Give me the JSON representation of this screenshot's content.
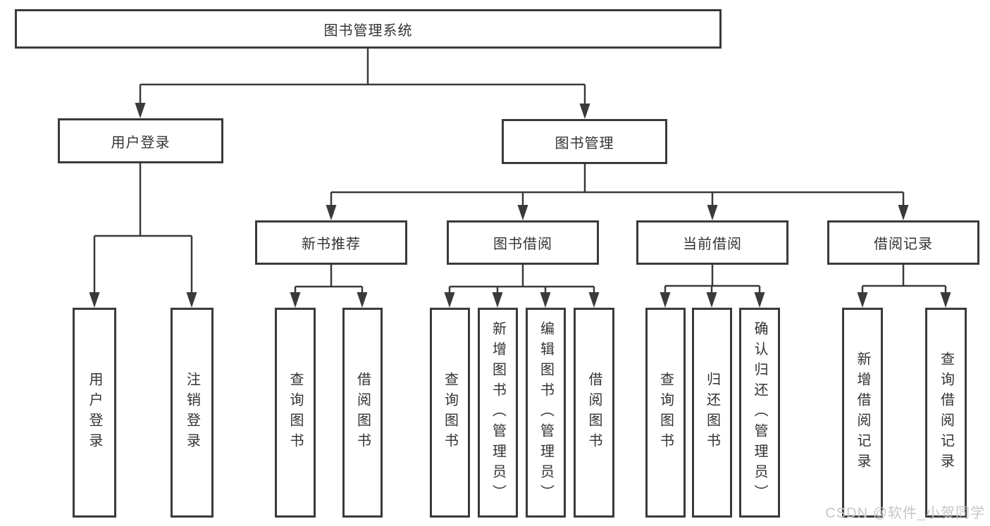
{
  "nodes": {
    "root": {
      "label": "图书管理系统"
    },
    "user_login": {
      "label": "用户登录"
    },
    "book_mgmt": {
      "label": "图书管理"
    },
    "new_rec": {
      "label": "新书推荐"
    },
    "book_borrow": {
      "label": "图书借阅"
    },
    "current_borrow": {
      "label": "当前借阅"
    },
    "borrow_record": {
      "label": "借阅记录"
    },
    "leaf_user_login": {
      "label": "用户登录"
    },
    "leaf_logout": {
      "label": "注销登录"
    },
    "leaf_nr_query": {
      "label": "查询图书"
    },
    "leaf_nr_borrow": {
      "label": "借阅图书"
    },
    "leaf_bb_query": {
      "label": "查询图书"
    },
    "leaf_bb_add": {
      "label": "新增图书（管理员）"
    },
    "leaf_bb_edit": {
      "label": "编辑图书（管理员）"
    },
    "leaf_bb_borrow": {
      "label": "借阅图书"
    },
    "leaf_cb_query": {
      "label": "查询图书"
    },
    "leaf_cb_return": {
      "label": "归还图书"
    },
    "leaf_cb_confirm": {
      "label": "确认归还（管理员）"
    },
    "leaf_br_add": {
      "label": "新增借阅记录"
    },
    "leaf_br_query": {
      "label": "查询借阅记录"
    }
  },
  "watermark": {
    "text": "CSDN @软件_小贺同学"
  },
  "colors": {
    "line": "#3a3a3a",
    "text": "#333333",
    "watermark": "#c6c6c6",
    "background": "#ffffff"
  }
}
